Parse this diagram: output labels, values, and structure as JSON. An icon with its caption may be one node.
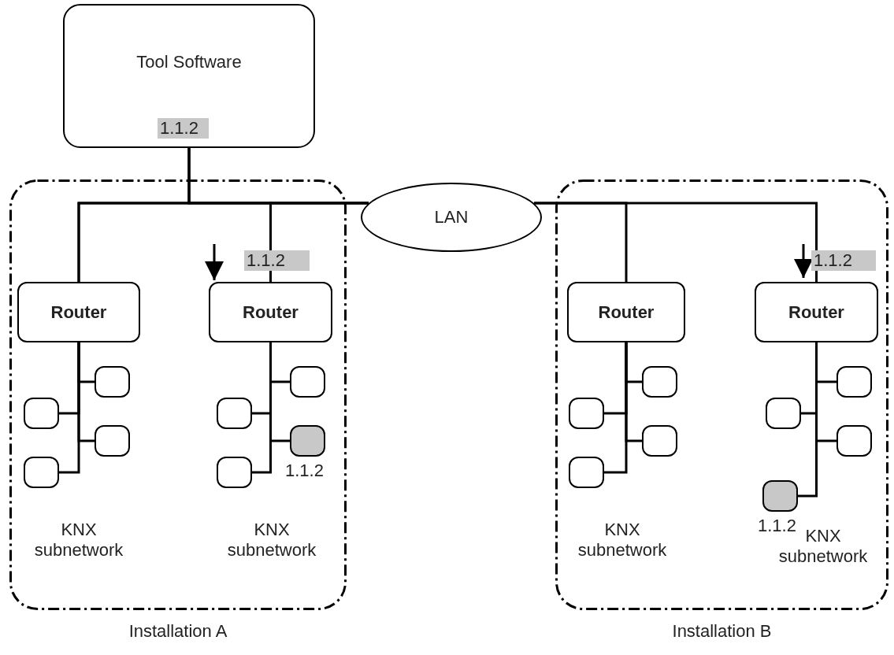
{
  "diagram": {
    "nodes": [
      {
        "text": [
          "Installation A"
        ]
      },
      {
        "text": [
          "Installation B"
        ]
      },
      {
        "text": [
          "Tool Software"
        ]
      },
      {
        "text": [
          "LAN"
        ]
      },
      {
        "text": [
          "Router"
        ],
        "in": 0
      },
      {
        "text": [
          "Router"
        ],
        "in": 0
      },
      {
        "text": [
          "Router"
        ],
        "in": 1
      },
      {
        "text": [
          "Router"
        ],
        "in": 1
      },
      {
        "text": [],
        "shape": "box",
        "in": 0
      },
      {
        "text": [],
        "shape": "box",
        "in": 0
      },
      {
        "text": [],
        "shape": "box",
        "in": 0
      },
      {
        "text": [],
        "shape": "box",
        "in": 0
      },
      {
        "text": [],
        "shape": "box",
        "in": 0
      },
      {
        "text": [],
        "shape": "box",
        "in": 0
      },
      {
        "text": [],
        "shape": "box",
        "in": 0,
        "beside": [
          "1.1.2"
        ]
      },
      {
        "text": [],
        "shape": "box",
        "in": 0
      },
      {
        "text": [],
        "shape": "box",
        "in": 1
      },
      {
        "text": [],
        "shape": "box",
        "in": 1
      },
      {
        "text": [],
        "shape": "box",
        "in": 1
      },
      {
        "text": [],
        "shape": "box",
        "in": 1
      },
      {
        "text": [],
        "shape": "box",
        "in": 1
      },
      {
        "text": [],
        "shape": "box",
        "in": 1
      },
      {
        "text": [],
        "shape": "box",
        "in": 1
      },
      {
        "text": [],
        "shape": "box",
        "in": 1,
        "beside": [
          "1.1.2"
        ]
      }
    ],
    "edges": [
      {
        "from": 2,
        "to": 3,
        "arrow": "none"
      },
      {
        "from": 2,
        "to": 4,
        "arrow": "none"
      },
      {
        "from": 2,
        "to": 5,
        "arrow": "none"
      },
      {
        "from": 3,
        "to": 4,
        "arrow": "none"
      },
      {
        "from": 3,
        "to": 5,
        "arrow": "none"
      },
      {
        "from": 3,
        "to": 6,
        "arrow": "none"
      },
      {
        "from": 3,
        "to": 7,
        "arrow": "none"
      },
      {
        "from": 4,
        "to": 8,
        "arrow": "none"
      },
      {
        "from": 4,
        "to": 9,
        "arrow": "none"
      },
      {
        "from": 4,
        "to": 10,
        "arrow": "none"
      },
      {
        "from": 4,
        "to": 11,
        "arrow": "none"
      },
      {
        "from": 5,
        "to": 12,
        "arrow": "none"
      },
      {
        "from": 5,
        "to": 13,
        "arrow": "none"
      },
      {
        "from": 5,
        "to": 14,
        "arrow": "none"
      },
      {
        "from": 5,
        "to": 15,
        "arrow": "none"
      },
      {
        "from": 6,
        "to": 16,
        "arrow": "none"
      },
      {
        "from": 6,
        "to": 17,
        "arrow": "none"
      },
      {
        "from": 6,
        "to": 18,
        "arrow": "none"
      },
      {
        "from": 6,
        "to": 19,
        "arrow": "none"
      },
      {
        "from": 7,
        "to": 20,
        "arrow": "none"
      },
      {
        "from": 7,
        "to": 21,
        "arrow": "none"
      },
      {
        "from": 7,
        "to": 22,
        "arrow": "none"
      },
      {
        "from": 7,
        "to": 23,
        "arrow": "none"
      }
    ],
    "labels": [
      "1.1.2",
      "1.1.2",
      "1.1.2",
      "KNX subnetwork",
      "KNX subnetwork",
      "KNX subnetwork",
      "KNX subnetwork"
    ]
  }
}
